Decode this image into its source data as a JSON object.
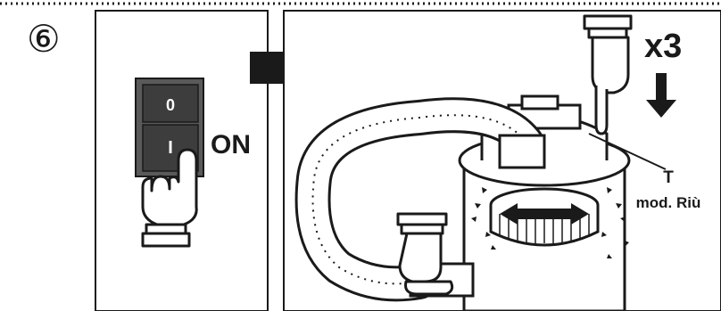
{
  "step": {
    "number": "⑥"
  },
  "switch": {
    "off_mark": "0",
    "on_mark": "I",
    "state_label": "ON"
  },
  "press": {
    "count_label": "x3"
  },
  "callout": {
    "code": "T",
    "model": "mod. Riù"
  },
  "colors": {
    "ink": "#1a1a1a",
    "switch_panel": "#3d3d3d",
    "arrow": "#1a1a1a",
    "paper": "#ffffff",
    "dust": "#1a1a1a"
  },
  "icons": [
    "pointing-hand-icon",
    "right-arrow-icon",
    "down-arrow-icon",
    "switch-icon",
    "vacuum-icon",
    "hose-icon"
  ]
}
